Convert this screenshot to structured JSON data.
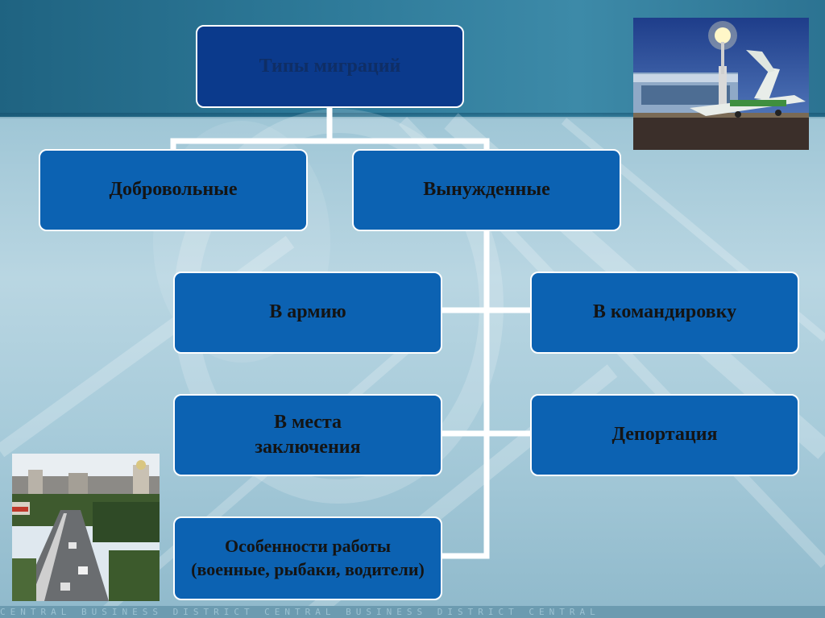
{
  "diagram": {
    "root": "Типы миграций",
    "categories": [
      "Добровольные",
      "Вынужденные"
    ],
    "forced_items": [
      "В армию",
      "В командировку",
      "В места заключения",
      "Депортация",
      "Особенности работы (военные, рыбаки, водители)"
    ]
  },
  "footer_watermark": "CENTRAL BUSINESS DISTRICT CENTRAL BUSINESS DISTRICT CENTRAL",
  "colors": {
    "node_fill": "#0c62b2",
    "root_fill": "#0b3a8c",
    "node_border": "#ffffff",
    "connector": "#ffffff"
  },
  "images": [
    "airport-photo",
    "city-street-photo"
  ]
}
